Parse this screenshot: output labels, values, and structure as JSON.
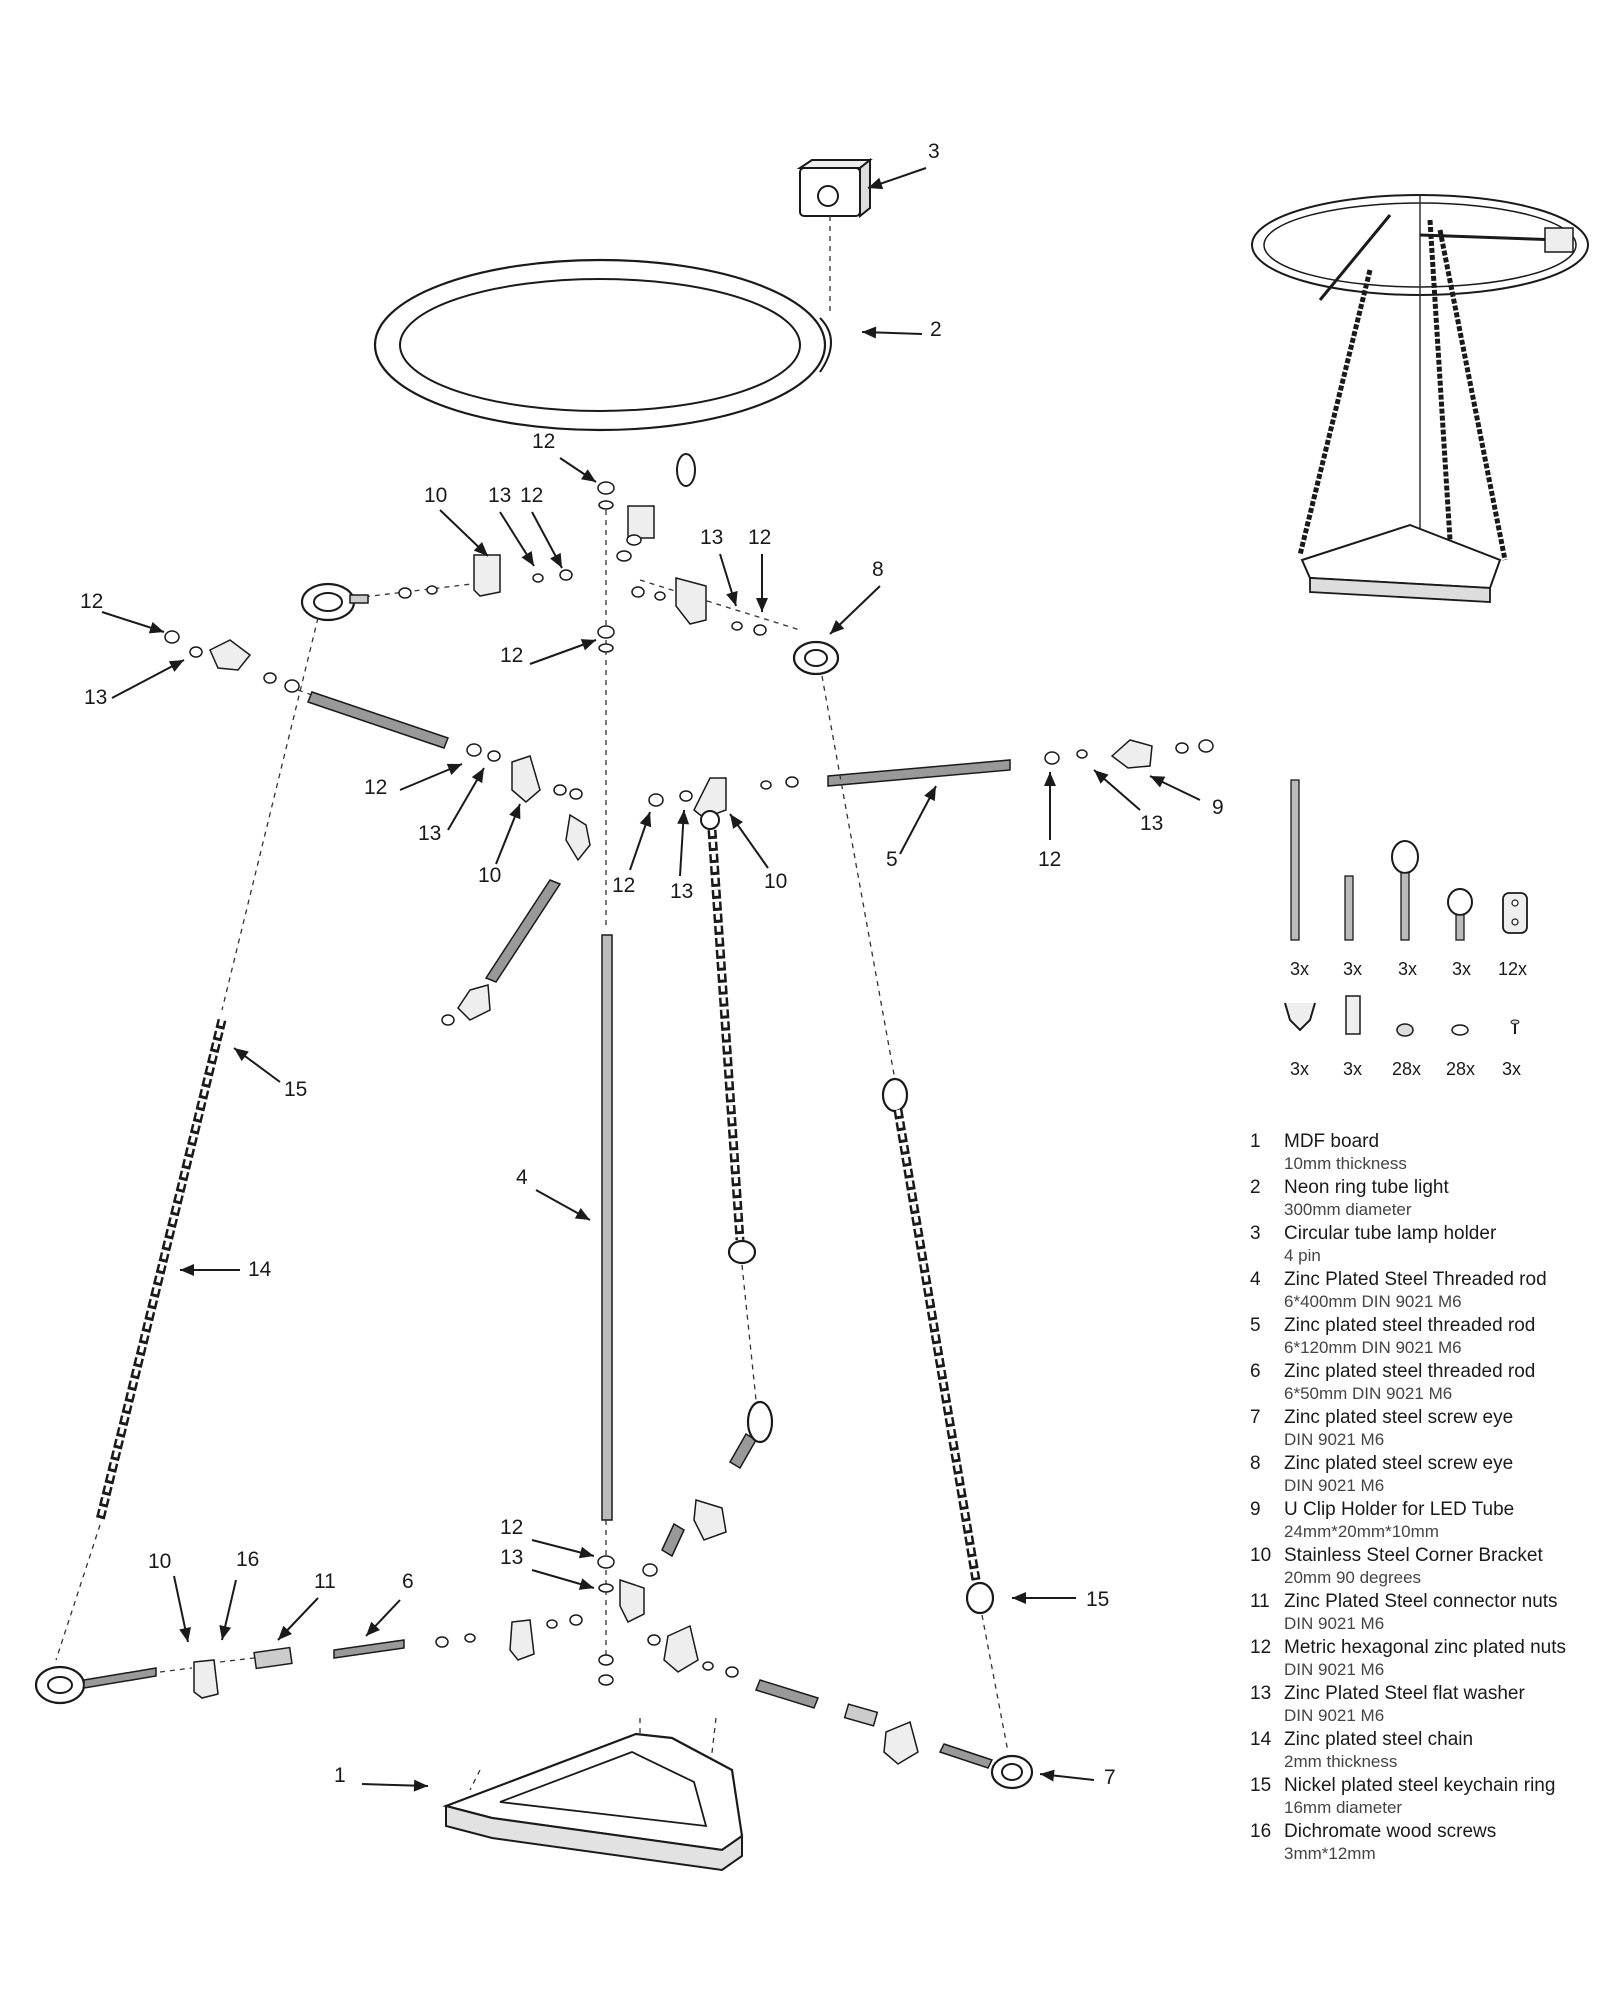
{
  "callouts": [
    {
      "id": "c3",
      "label": "3"
    },
    {
      "id": "c2",
      "label": "2"
    },
    {
      "id": "c12a",
      "label": "12"
    },
    {
      "id": "c10a",
      "label": "10"
    },
    {
      "id": "c13a",
      "label": "13"
    },
    {
      "id": "c12b",
      "label": "12"
    },
    {
      "id": "c13b",
      "label": "13"
    },
    {
      "id": "c12c",
      "label": "12"
    },
    {
      "id": "c8",
      "label": "8"
    },
    {
      "id": "c12d",
      "label": "12"
    },
    {
      "id": "c13c",
      "label": "13"
    },
    {
      "id": "c12e",
      "label": "12"
    },
    {
      "id": "c12f",
      "label": "12"
    },
    {
      "id": "c13d",
      "label": "13"
    },
    {
      "id": "c10b",
      "label": "10"
    },
    {
      "id": "c12g",
      "label": "12"
    },
    {
      "id": "c13e",
      "label": "13"
    },
    {
      "id": "c10c",
      "label": "10"
    },
    {
      "id": "c5",
      "label": "5"
    },
    {
      "id": "c12h",
      "label": "12"
    },
    {
      "id": "c13f",
      "label": "13"
    },
    {
      "id": "c9",
      "label": "9"
    },
    {
      "id": "c15a",
      "label": "15"
    },
    {
      "id": "c4",
      "label": "4"
    },
    {
      "id": "c14",
      "label": "14"
    },
    {
      "id": "c12i",
      "label": "12"
    },
    {
      "id": "c13g",
      "label": "13"
    },
    {
      "id": "c10d",
      "label": "10"
    },
    {
      "id": "c16",
      "label": "16"
    },
    {
      "id": "c11",
      "label": "11"
    },
    {
      "id": "c6",
      "label": "6"
    },
    {
      "id": "c15b",
      "label": "15"
    },
    {
      "id": "c1",
      "label": "1"
    },
    {
      "id": "c7",
      "label": "7"
    }
  ],
  "quantities": [
    "3x",
    "3x",
    "3x",
    "3x",
    "12x",
    "3x",
    "3x",
    "28x",
    "28x",
    "3x"
  ],
  "legend": [
    {
      "num": "1",
      "name": "MDF board",
      "spec": "10mm thickness"
    },
    {
      "num": "2",
      "name": "Neon ring tube light",
      "spec": "300mm diameter"
    },
    {
      "num": "3",
      "name": "Circular tube lamp holder",
      "spec": "4 pin"
    },
    {
      "num": "4",
      "name": "Zinc Plated Steel Threaded rod",
      "spec": "6*400mm DIN 9021 M6"
    },
    {
      "num": "5",
      "name": "Zinc plated steel threaded rod",
      "spec": "6*120mm DIN 9021 M6"
    },
    {
      "num": "6",
      "name": "Zinc plated steel threaded rod",
      "spec": "6*50mm DIN 9021 M6"
    },
    {
      "num": "7",
      "name": "Zinc plated steel screw eye",
      "spec": "DIN 9021 M6"
    },
    {
      "num": "8",
      "name": "Zinc plated steel screw eye",
      "spec": "DIN 9021 M6"
    },
    {
      "num": "9",
      "name": "U Clip Holder for LED Tube",
      "spec": "24mm*20mm*10mm"
    },
    {
      "num": "10",
      "name": "Stainless Steel Corner Bracket",
      "spec": "20mm 90 degrees"
    },
    {
      "num": "11",
      "name": "Zinc Plated Steel connector nuts",
      "spec": "DIN 9021 M6"
    },
    {
      "num": "12",
      "name": "Metric hexagonal zinc plated nuts",
      "spec": "DIN 9021 M6"
    },
    {
      "num": "13",
      "name": "Zinc Plated Steel flat washer",
      "spec": "DIN 9021 M6"
    },
    {
      "num": "14",
      "name": "Zinc plated steel chain",
      "spec": "2mm thickness"
    },
    {
      "num": "15",
      "name": "Nickel plated steel keychain ring",
      "spec": "16mm diameter"
    },
    {
      "num": "16",
      "name": "Dichromate wood screws",
      "spec": "3mm*12mm"
    }
  ]
}
